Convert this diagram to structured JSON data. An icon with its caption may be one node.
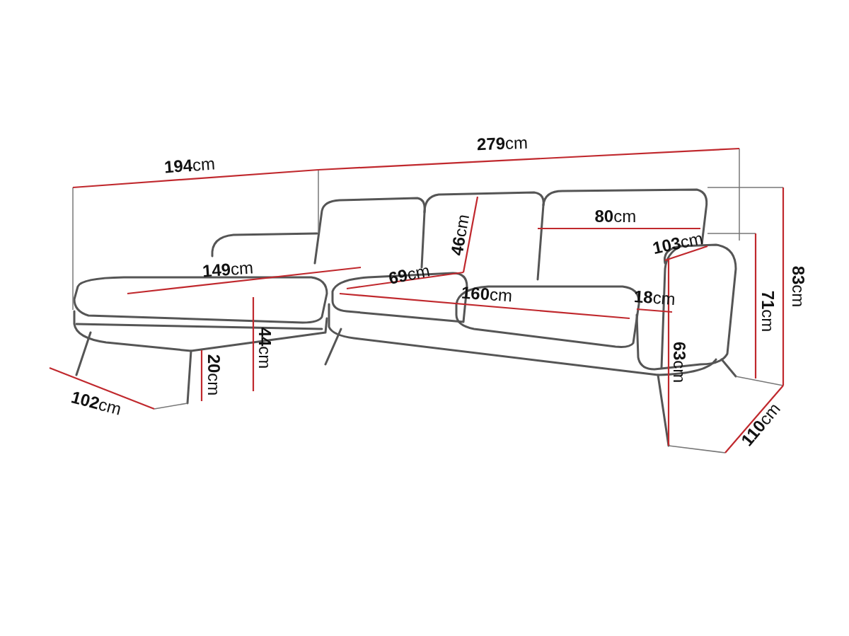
{
  "diagram": {
    "labels": [
      "**279**cm",
      "**194**cm",
      "**83**cm",
      "**46**cm",
      "**80**cm",
      "**103**cm",
      "**149**cm",
      "**69**cm",
      "**71**cm",
      "**160**cm",
      "**18**cm",
      "**44**cm",
      "**20**cm",
      "**63**cm",
      "**102**cm",
      "**110**cm"
    ]
  }
}
